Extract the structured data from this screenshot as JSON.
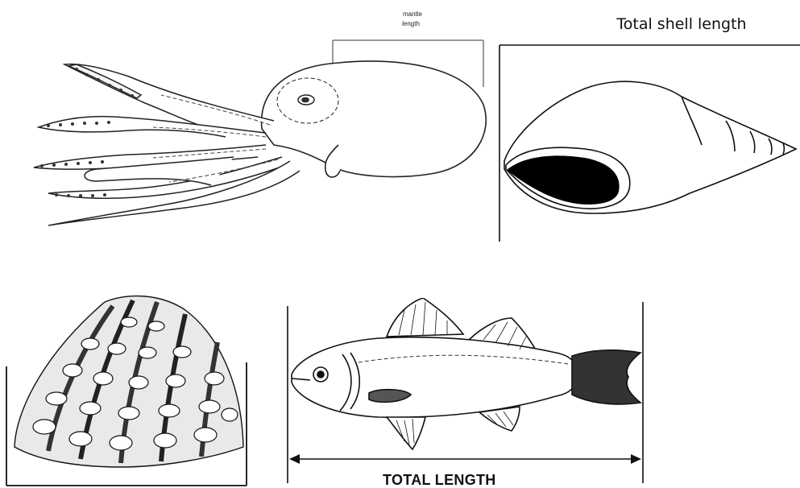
{
  "octopus": {
    "label_line1": "mantle",
    "label_line2": "length"
  },
  "snail": {
    "label": "Total shell length"
  },
  "fish": {
    "label": "TOTAL LENGTH"
  },
  "colors": {
    "ink": "#111111",
    "background": "#ffffff",
    "fill_dark": "#000000"
  }
}
